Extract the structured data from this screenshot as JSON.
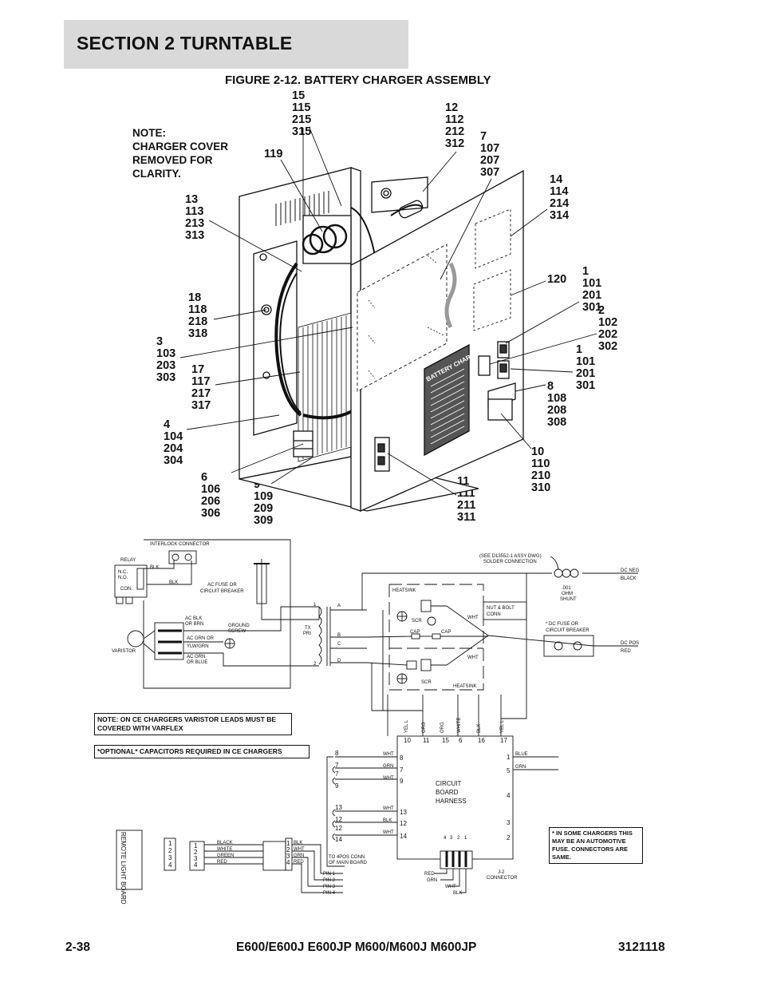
{
  "header": {
    "section": "SECTION 2   TURNTABLE"
  },
  "figure_title": "FIGURE 2-12. BATTERY CHARGER ASSEMBLY",
  "note": "NOTE:\nCHARGER COVER\nREMOVED FOR\nCLARITY.",
  "callouts": {
    "c15": "15\n115\n215\n315",
    "c12": "12\n112\n212\n312",
    "c7": "7\n107\n207\n307",
    "c119": "119",
    "c14": "14\n114\n214\n314",
    "c13": "13\n113\n213\n313",
    "c120": "120",
    "c1a": "1\n101\n201\n301",
    "c18": "18\n118\n218\n318",
    "c2": "2\n102\n202\n302",
    "c3": "3\n103\n203\n303",
    "c1b": "1\n101\n201\n301",
    "c17": "17\n117\n217\n317",
    "c8": "8\n108\n208\n308",
    "c4": "4\n104\n204\n304",
    "c10": "10\n110\n210\n310",
    "c6": "6\n106\n206\n306",
    "c9": "9\n109\n209\n309",
    "c11": "11\n111\n211\n311"
  },
  "unit_label": "BATTERY CHARGER",
  "schematic": {
    "interlock_connector": "INTERLOCK CONNECTOR",
    "relay": "RELAY",
    "nc": "N.C.",
    "no": "N.O.",
    "con": "CON.",
    "blk": "BLK",
    "ac_fuse": "AC FUSE OR",
    "circuit_breaker": "CIRCUIT BREAKER",
    "ac_blk": "AC BLK",
    "or_brn": "OR BRN",
    "ac_grn_or": "AC GRN OR",
    "ylw_grn": "YLW/GRN",
    "ac_grn": "AC GRN",
    "or_blue": "OR BLUE",
    "varistor": "VARISTOR",
    "ground_screw_1": "GROUND",
    "ground_screw_2": "SCREW",
    "tx": "TX",
    "pri": "PRI",
    "t1": "1",
    "t2": "2",
    "ta": "A",
    "tb": "B",
    "tc": "C",
    "td": "D",
    "heatsink": "HEATSINK",
    "scr": "SCR",
    "cap": "CAP",
    "wht": "WHT",
    "nut_bolt_1": "NUT & BOLT",
    "nut_bolt_2": "CONN",
    "see_dwg": "(SEE D13552-1 ASSY DWG)",
    "solder_conn": "SOLDER CONNECTION",
    "shunt_1": ".001",
    "shunt_2": "OHM",
    "shunt_3": "SHUNT",
    "dc_neg": "DC NEG",
    "black": "BLACK",
    "dc_fuse": "* DC FUSE OR",
    "dc_breaker": "CIRCUIT BREAKER",
    "dc_pos": "DC POS",
    "red": "RED",
    "w_yell": "YEL L",
    "w_org": "ORG",
    "w_white": "WHITE",
    "w_blk": "BLK",
    "cb_top_10": "10",
    "cb_top_11": "11",
    "cb_top_15": "15",
    "cb_top_6": "6",
    "cb_top_16": "16",
    "cb_top_17": "17",
    "circuit_board_1": "CIRCUIT",
    "circuit_board_2": "BOARD",
    "circuit_board_3": "HARNESS",
    "p8": "8",
    "p7": "7",
    "p9": "9",
    "p13": "13",
    "p12": "12",
    "p14": "14",
    "r1": "1",
    "r5": "5",
    "r4": "4",
    "r3": "3",
    "r2": "2",
    "grn": "GRN",
    "blue": "BLUE",
    "j_4": "4",
    "j_3": "3",
    "j_2": "2",
    "j_1": "1",
    "j2_1": "J-2",
    "j2_2": "CONNECTOR",
    "remote_light": "REMOTE LIGHT BOARD",
    "white": "WHITE",
    "green": "GREEN",
    "to_4pos_1": "TO 4POS CONN",
    "to_4pos_2": "OF MAIN BOARD",
    "pin1": "PIN 1",
    "pin2": "PIN 2",
    "pin3": "PIN 3",
    "pin4": "PIN 4",
    "n1": "1",
    "n2": "2",
    "n3": "3",
    "n4": "4"
  },
  "notes": {
    "varistor_note": "NOTE: ON CE CHARGERS VARISTOR LEADS MUST BE COVERED WITH VARFLEX",
    "capacitor_note": "*OPTIONAL* CAPACITORS REQUIRED IN CE CHARGERS",
    "fuse_note": "* IN SOME CHARGERS THIS MAY BE AN AUTOMOTIVE FUSE. CONNECTORS ARE SAME."
  },
  "footer": {
    "page": "2-38",
    "models": "E600/E600J E600JP M600/M600J M600JP",
    "doc_number": "3121118"
  }
}
